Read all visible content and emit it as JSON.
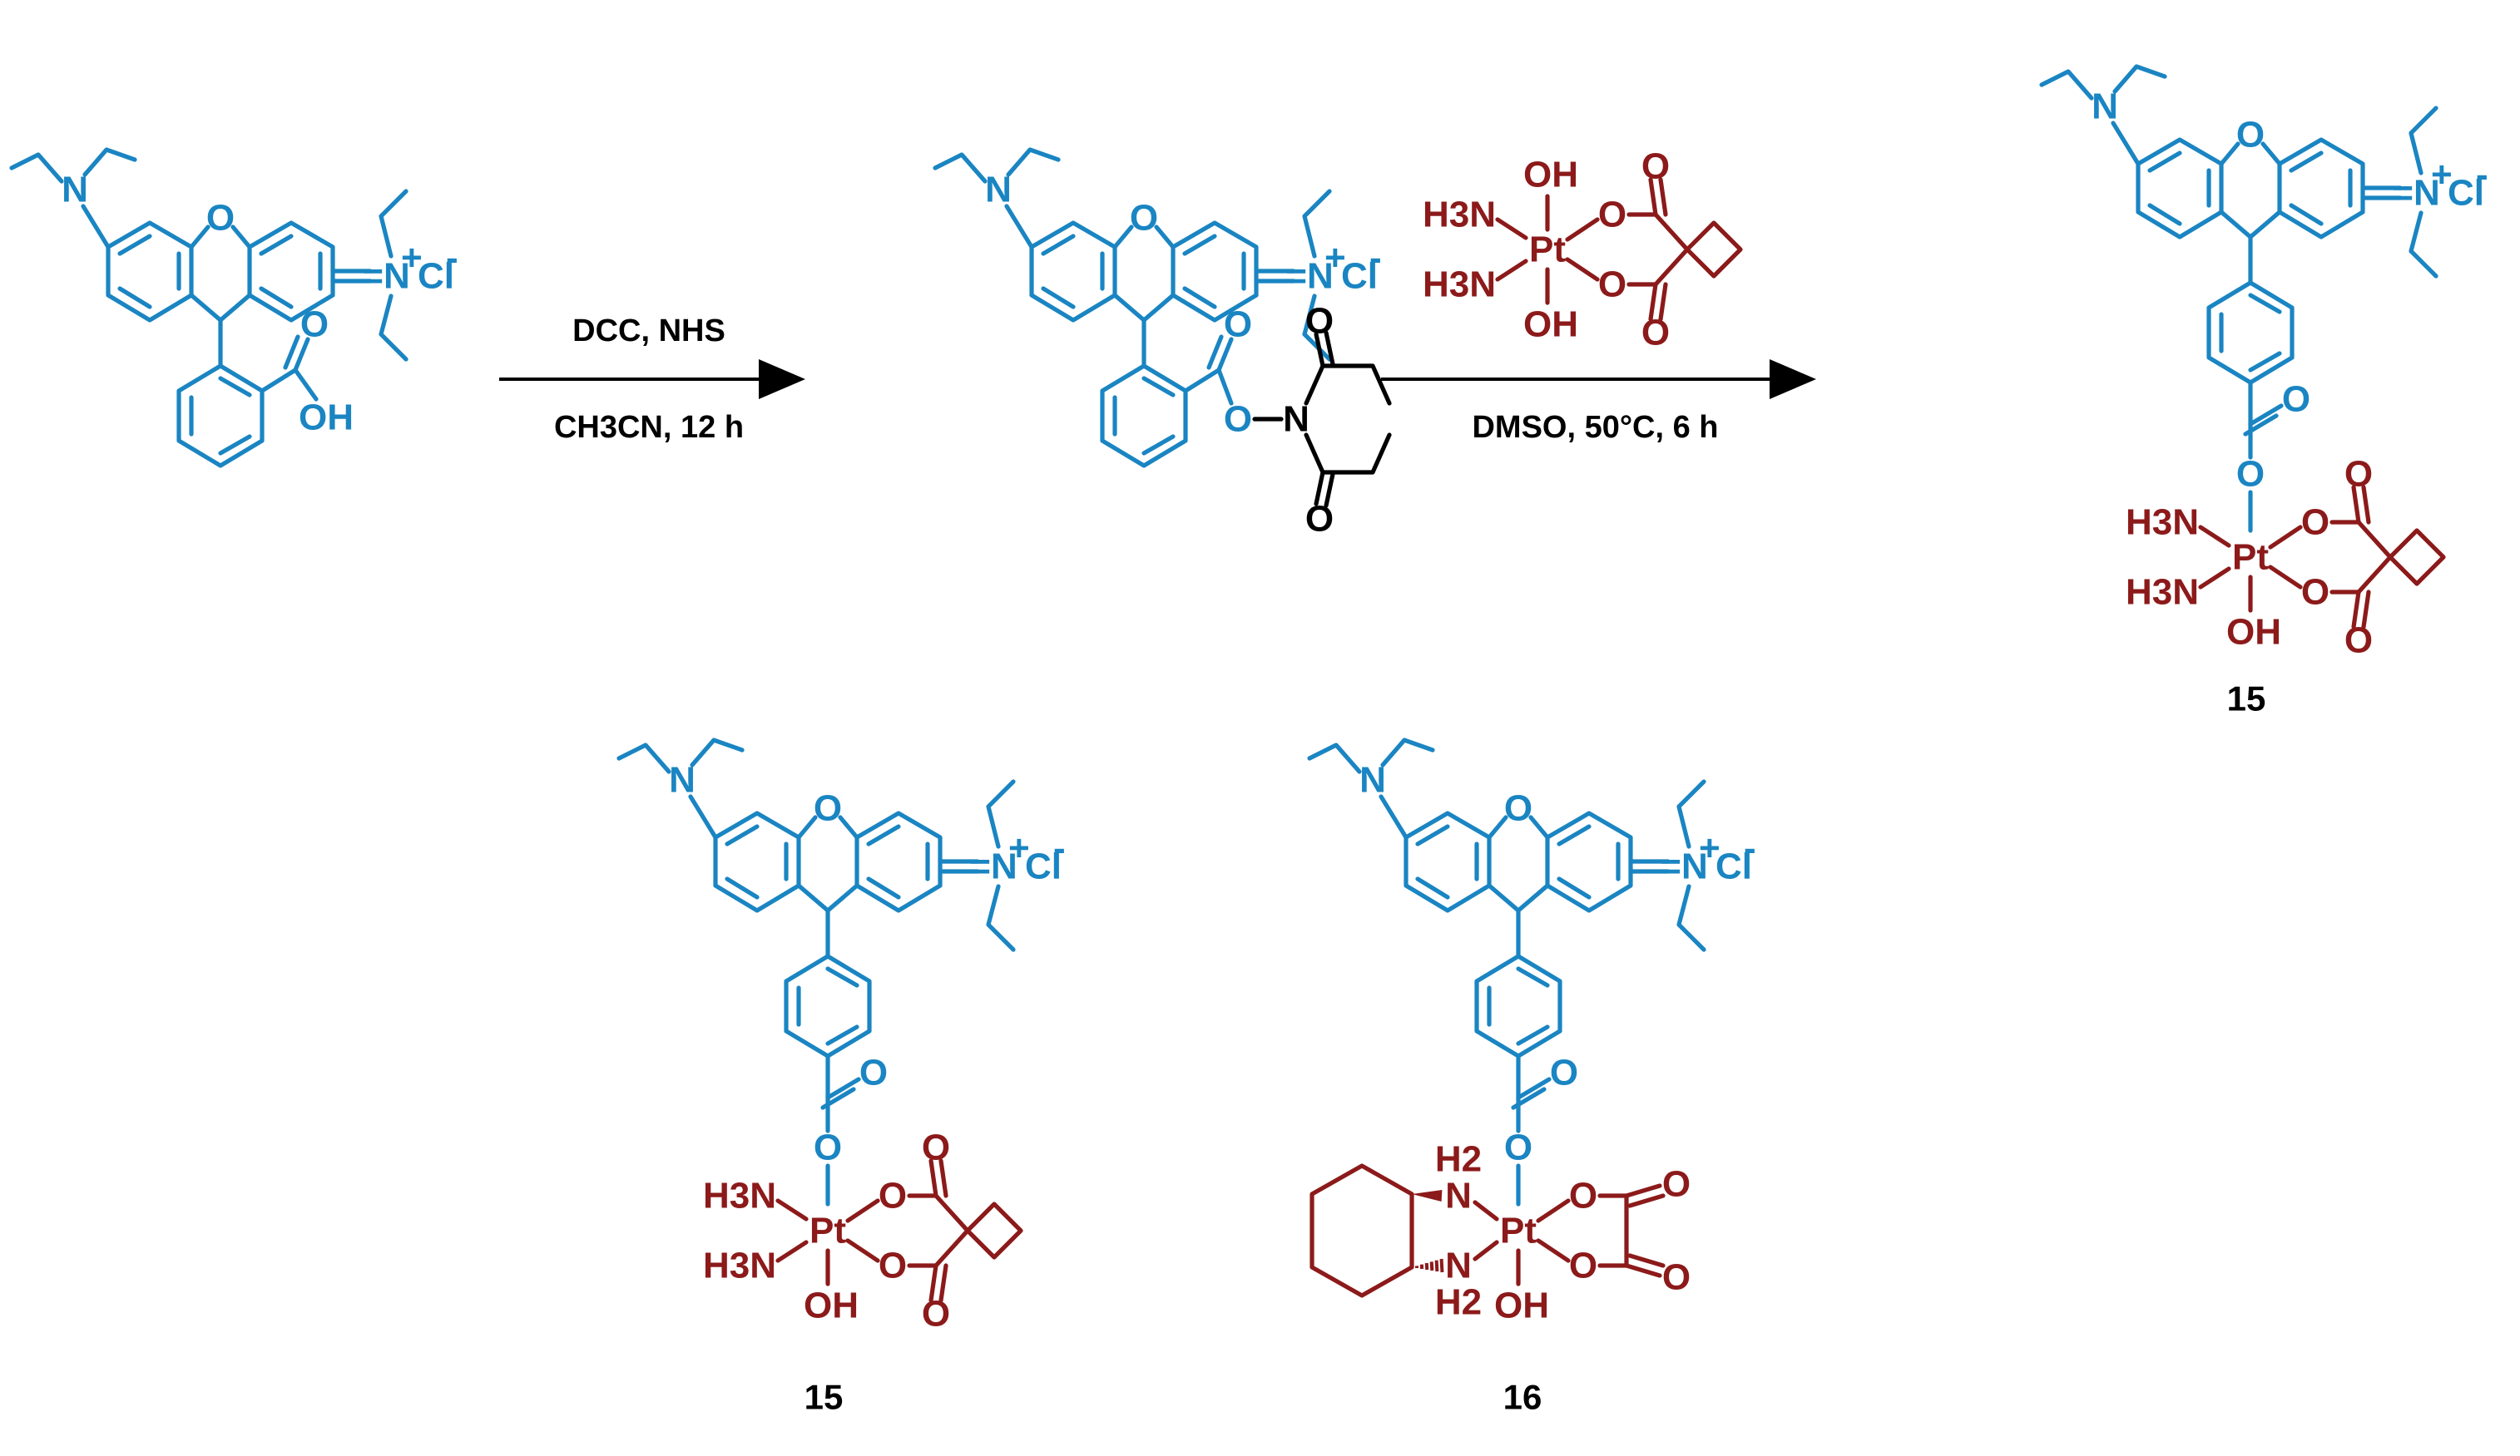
{
  "colors": {
    "rhodamine": "#1a85c2",
    "platinum": "#8c1a1a",
    "reagent": "#000000",
    "background": "#ffffff"
  },
  "compounds": [
    {
      "id": "rhodamine-b",
      "color": "rhodamine",
      "atoms": {
        "amine_n": "N",
        "ring_o": "O",
        "iminium": "=N",
        "iminium_charge": "+",
        "counterion": "Cl",
        "counterion_charge": "-",
        "carbonyl_o": "O",
        "hydroxyl": "OH"
      }
    },
    {
      "id": "rhodamine-nhs-ester",
      "color": "rhodamine",
      "atoms": {
        "amine_n": "N",
        "ring_o": "O",
        "iminium": "=N",
        "iminium_charge": "+",
        "counterion": "Cl",
        "counterion_charge": "-",
        "carbonyl_o": "O",
        "ester_link": "O",
        "nhs_n": "N",
        "nhs_o_top": "O",
        "nhs_o_bottom": "O"
      }
    },
    {
      "id": "compound-15-top",
      "label": "15",
      "atoms": {
        "amine_n": "N",
        "ring_o": "O",
        "iminium": "=N",
        "iminium_charge": "+",
        "counterion": "Cl",
        "counterion_charge": "-",
        "carbonyl_o": "O",
        "link_o": "O",
        "amine1": "H3N",
        "amine2": "H3N",
        "metal": "Pt",
        "hydroxyl": "OH",
        "ox1": "O",
        "ox2": "O",
        "co1": "O",
        "co2": "O"
      }
    },
    {
      "id": "compound-15-bottom",
      "label": "15",
      "atoms": {
        "amine_n": "N",
        "ring_o": "O",
        "iminium": "=N",
        "iminium_charge": "+",
        "counterion": "Cl",
        "counterion_charge": "-",
        "carbonyl_o": "O",
        "link_o": "O",
        "amine1": "H3N",
        "amine2": "H3N",
        "metal": "Pt",
        "hydroxyl": "OH",
        "ox1": "O",
        "ox2": "O",
        "co1": "O",
        "co2": "O"
      }
    },
    {
      "id": "compound-16",
      "label": "16",
      "atoms": {
        "amine_n": "N",
        "ring_o": "O",
        "iminium": "=N",
        "iminium_charge": "+",
        "counterion": "Cl",
        "counterion_charge": "-",
        "carbonyl_o": "O",
        "link_o": "O",
        "dach_n1": "N",
        "dach_n2": "N",
        "dach_h2": "H2",
        "metal": "Pt",
        "hydroxyl": "OH",
        "ox1": "O",
        "ox2": "O",
        "co1": "O",
        "co2": "O"
      }
    }
  ],
  "reagent": {
    "id": "pt-iv-carboplatin-precursor",
    "atoms": {
      "amine1": "H3N",
      "amine2": "H3N",
      "metal": "Pt",
      "hydroxyl_top": "OH",
      "hydroxyl_bottom": "OH",
      "ox1": "O",
      "ox2": "O",
      "co1": "O",
      "co2": "O"
    }
  },
  "arrows": [
    {
      "id": "step-1",
      "above": "DCC, NHS",
      "below": "CH3CN, 12 h"
    },
    {
      "id": "step-2",
      "above": "",
      "below": "DMSO, 50°C, 6 h"
    }
  ]
}
